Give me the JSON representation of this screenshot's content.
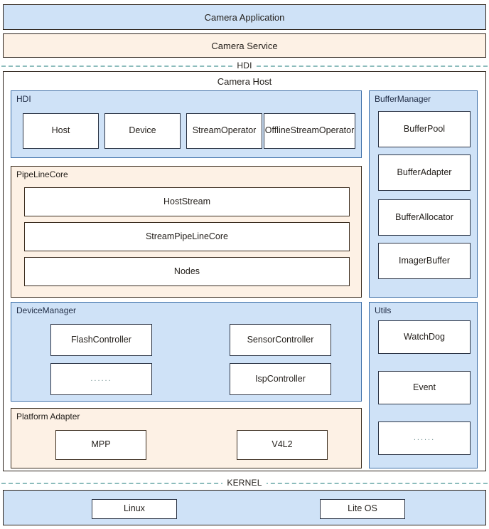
{
  "layers": {
    "application": {
      "label": "Camera Application"
    },
    "service": {
      "label": "Camera Service"
    },
    "hdi_divider": {
      "label": "HDI"
    },
    "kernel_divider": {
      "label": "KERNEL"
    }
  },
  "host": {
    "title": "Camera Host",
    "hdi_group": {
      "label": "HDI",
      "nodes": [
        {
          "label": "Host"
        },
        {
          "label": "Device"
        },
        {
          "label": "StreamOperator"
        },
        {
          "label": "OfflineStreamOperator"
        }
      ]
    },
    "pipeline_group": {
      "label": "PipeLineCore",
      "nodes": [
        {
          "label": "HostStream"
        },
        {
          "label": "StreamPipeLineCore"
        },
        {
          "label": "Nodes"
        }
      ]
    },
    "device_manager_group": {
      "label": "DeviceManager",
      "nodes": [
        {
          "label": "FlashController"
        },
        {
          "label": "SensorController"
        },
        {
          "label": "......"
        },
        {
          "label": "IspController"
        }
      ]
    },
    "platform_adapter_group": {
      "label": "Platform Adapter",
      "nodes": [
        {
          "label": "MPP"
        },
        {
          "label": "V4L2"
        }
      ]
    },
    "buffer_manager_group": {
      "label": "BufferManager",
      "nodes": [
        {
          "label": "BufferPool"
        },
        {
          "label": "BufferAdapter"
        },
        {
          "label": "BufferAllocator"
        },
        {
          "label": "ImagerBuffer"
        }
      ]
    },
    "utils_group": {
      "label": "Utils",
      "nodes": [
        {
          "label": "WatchDog"
        },
        {
          "label": "Event"
        },
        {
          "label": "......"
        }
      ]
    }
  },
  "kernel": {
    "nodes": [
      {
        "label": "Linux"
      },
      {
        "label": "Lite OS"
      }
    ]
  },
  "colors": {
    "blue_fill": "#cfe2f7",
    "cream_fill": "#fdf1e5",
    "blue_border": "#3d6fa8",
    "dark_border": "#2b2119",
    "divider": "#8cbcbc"
  }
}
